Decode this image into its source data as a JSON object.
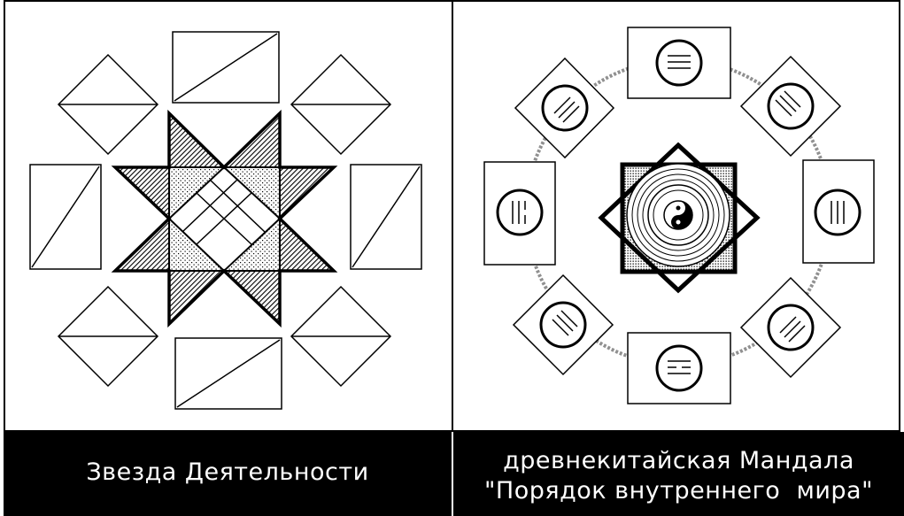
{
  "left_panel": {
    "caption": "Звезда Деятельности"
  },
  "right_panel": {
    "caption_line1": "древнекитайская Мандала",
    "caption_line2": "\"Порядок внутреннего  мира\""
  },
  "colors": {
    "background": "#ffffff",
    "ink": "#000000",
    "caption_bg": "#000000",
    "caption_text": "#ffffff",
    "hatch": "#808080",
    "ring": "#909090"
  }
}
